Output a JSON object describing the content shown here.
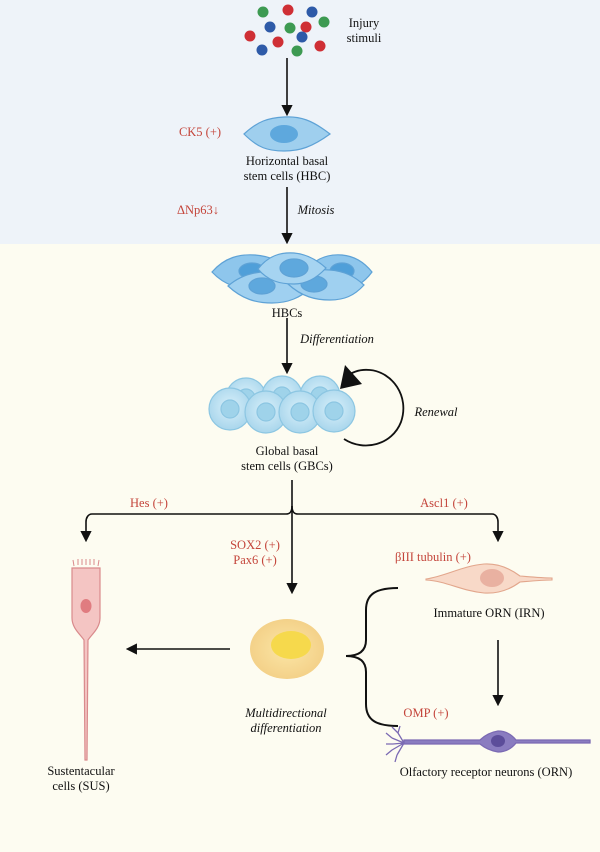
{
  "labels": {
    "injury": [
      "Injury",
      "stimuli"
    ],
    "ck5": "CK5 (+)",
    "hbc": [
      "Horizontal basal",
      "stem cells (HBC)"
    ],
    "np63": "ΔNp63↓",
    "mitosis": "Mitosis",
    "hbcs": "HBCs",
    "differentiation": "Differentiation",
    "renewal": "Renewal",
    "gbc": [
      "Global basal",
      "stem cells (GBCs)"
    ],
    "hes": "Hes (+)",
    "ascl1": "Ascl1 (+)",
    "sox2": "SOX2 (+)",
    "pax6": "Pax6 (+)",
    "tubulin": "βIII tubulin (+)",
    "irn": "Immature ORN (IRN)",
    "multi": [
      "Multidirectional",
      "differentiation"
    ],
    "omp": "OMP (+)",
    "sus": [
      "Sustentacular",
      "cells (SUS)"
    ],
    "orn": "Olfactory receptor neurons (ORN)"
  },
  "colors": {
    "top_background": "#eef3f9",
    "bottom_background": "#fdfcf1",
    "marker_red": "#c4453b",
    "hbc_blue": "#7ab8e6",
    "gbc_blue": "#bfe3f2",
    "sus_pink": "#f4c5c3",
    "multi_yellow": "#f8d87e",
    "irn_peach": "#f8d9c8",
    "orn_purple": "#7b6ab3"
  }
}
